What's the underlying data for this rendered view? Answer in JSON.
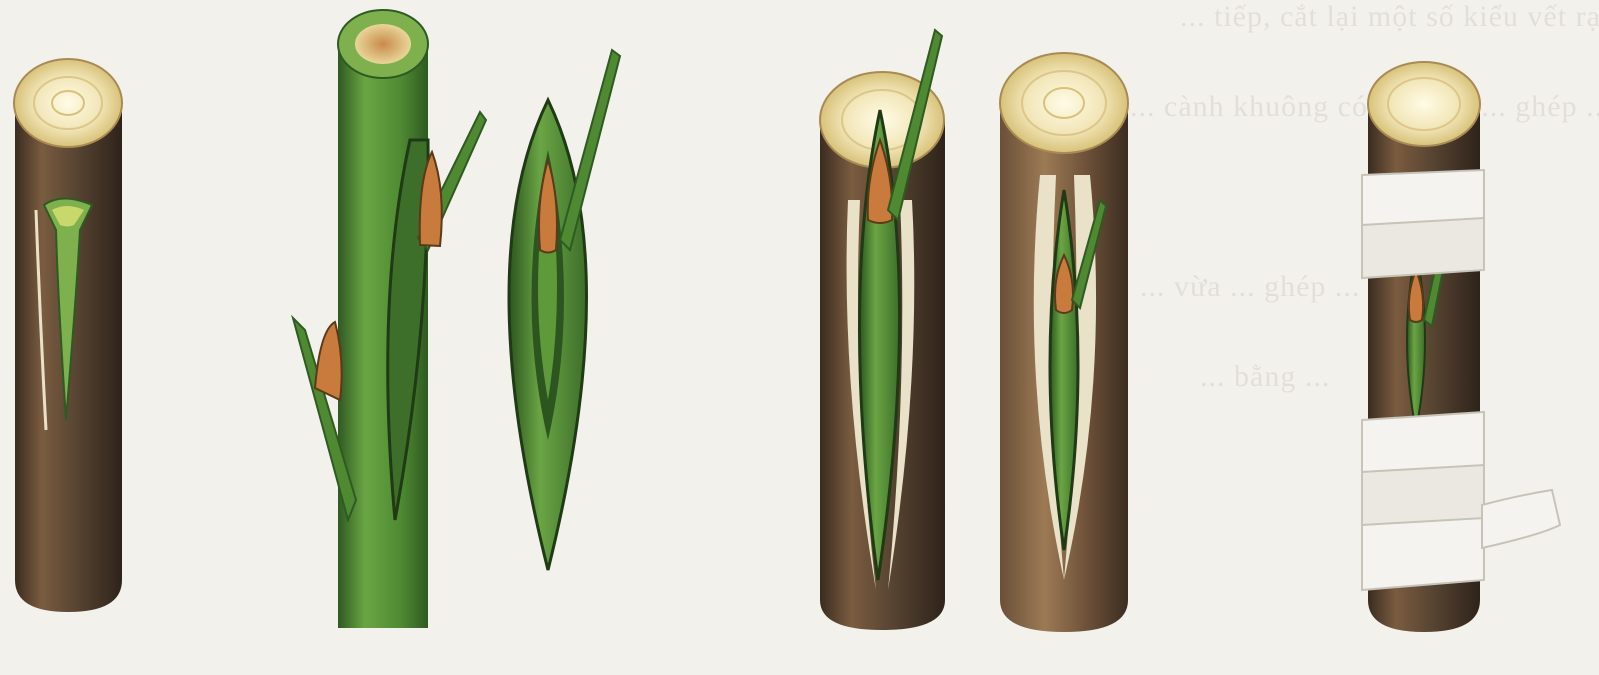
{
  "bleed_text": [
    "... tiếp, cắt lại một số kiểu vết rạch trong bằng cách ghép ...",
    "... cành khuông có ... ghép ... ghép ...",
    "... vừa ... ghép ... với ...",
    "... bằng ..."
  ],
  "colors": {
    "background": "#f3f1ec",
    "bark": "#5a4633",
    "bark_dark": "#3a2c20",
    "bark_light": "#8c6b4a",
    "wood_face": "#f2e6b8",
    "wood_rings": "#d8c27a",
    "scion_green": "#5e9a3a",
    "scion_dark": "#2f5a22",
    "bud_orange": "#c97a3d",
    "tape_white": "#f5f3ef"
  },
  "figures": [
    {
      "id": "stock-cut"
    },
    {
      "id": "scion-branch"
    },
    {
      "id": "bud-shield"
    },
    {
      "id": "bud-inserted-lifted"
    },
    {
      "id": "bud-inserted-closed"
    },
    {
      "id": "bud-taped"
    }
  ]
}
